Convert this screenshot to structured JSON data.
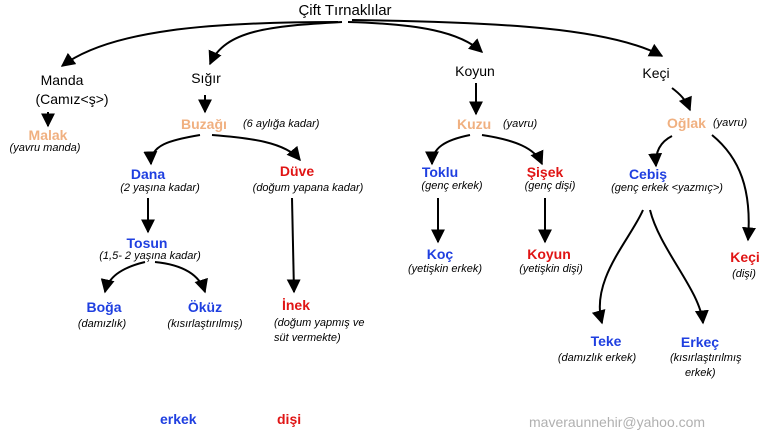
{
  "root": "Çift Tırnaklılar",
  "groups": {
    "manda": {
      "name": "Manda",
      "alt": "(Camız<ş>)"
    },
    "sigir": {
      "name": "Sığır"
    },
    "koyun": {
      "name": "Koyun"
    },
    "keci": {
      "name": "Keçi"
    }
  },
  "nodes": {
    "malak": {
      "name": "Malak",
      "note": "(yavru manda)"
    },
    "buzagi": {
      "name": "Buzağı",
      "note": "(6 aylığa kadar)"
    },
    "dana": {
      "name": "Dana",
      "note": "(2 yaşına kadar)"
    },
    "duve": {
      "name": "Düve",
      "note": "(doğum yapana kadar)"
    },
    "tosun": {
      "name": "Tosun",
      "note": "(1,5- 2 yaşına kadar)"
    },
    "boga": {
      "name": "Boğa",
      "note": "(damızlık)"
    },
    "okuz": {
      "name": "Öküz",
      "note": "(kısırlaştırılmış)"
    },
    "inek": {
      "name": "İnek",
      "note_line1": "(doğum yapmış ve",
      "note_line2": "süt vermekte)"
    },
    "kuzu": {
      "name": "Kuzu",
      "note": "(yavru)"
    },
    "toklu": {
      "name": "Toklu",
      "note": "(genç erkek)"
    },
    "sisek": {
      "name": "Şişek",
      "note": "(genç dişi)"
    },
    "koc": {
      "name": "Koç",
      "note": "(yetişkin erkek)"
    },
    "koyun_f": {
      "name": "Koyun",
      "note": "(yetişkin dişi)"
    },
    "oglak": {
      "name": "Oğlak",
      "note": "(yavru)"
    },
    "cebis": {
      "name": "Cebiş",
      "note": "(genç erkek <yazmıç>)"
    },
    "keci_f": {
      "name": "Keçi",
      "note": "(dişi)"
    },
    "teke": {
      "name": "Teke",
      "note": "(damızlık erkek)"
    },
    "erkec": {
      "name": "Erkeç",
      "note_line1": "(kısırlaştırılmış",
      "note_line2": "erkek)"
    }
  },
  "legend": {
    "male": "erkek",
    "female": "dişi"
  },
  "credit": "maveraunnehir@yahoo.com",
  "colors": {
    "male": "#1f3fe0",
    "female": "#e01515",
    "young": "#f0b080",
    "credit": "#b0b0b0"
  }
}
